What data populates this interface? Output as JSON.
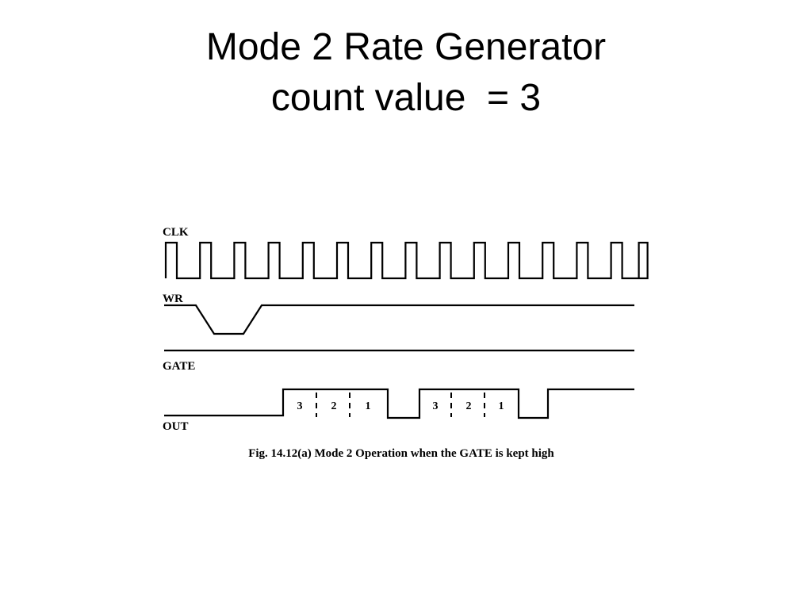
{
  "title": {
    "line1": "Mode 2 Rate Generator",
    "line2": "count value  = 3"
  },
  "signals": {
    "clk": "CLK",
    "wr": "WR",
    "gate": "GATE",
    "out": "OUT"
  },
  "counts": [
    "3",
    "2",
    "1",
    "3",
    "2",
    "1"
  ],
  "caption": "Fig. 14.12(a) Mode 2 Operation when the GATE is kept high"
}
